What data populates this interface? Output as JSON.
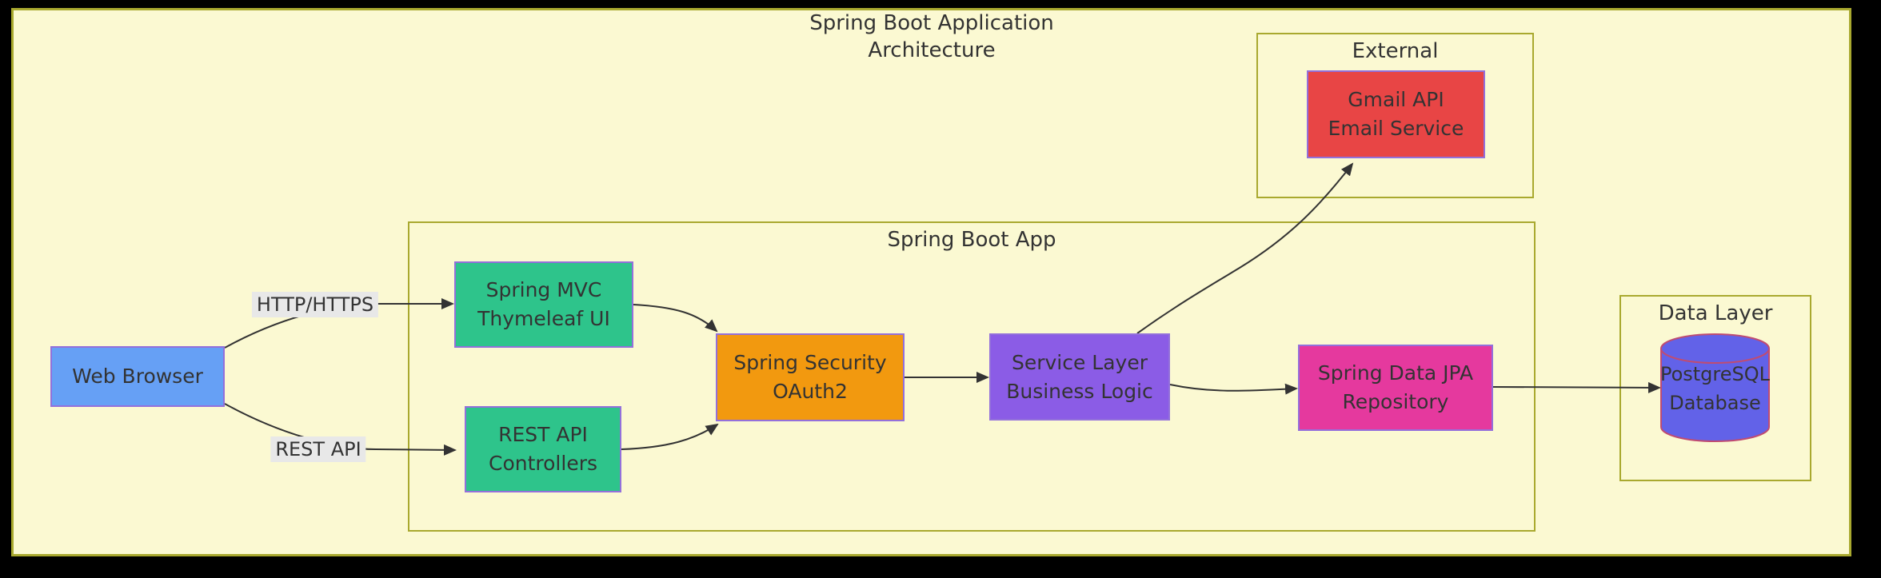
{
  "title_lines": [
    "Spring Boot Application",
    "Architecture"
  ],
  "subgraphs": {
    "spring_boot_app": "Spring Boot App",
    "external": "External",
    "data_layer": "Data Layer"
  },
  "nodes": {
    "web_browser": {
      "lines": [
        "Web Browser"
      ]
    },
    "spring_mvc": {
      "lines": [
        "Spring MVC",
        "Thymeleaf UI"
      ]
    },
    "rest_api": {
      "lines": [
        "REST API",
        "Controllers"
      ]
    },
    "security": {
      "lines": [
        "Spring Security",
        "OAuth2"
      ]
    },
    "service": {
      "lines": [
        "Service Layer",
        "Business Logic"
      ]
    },
    "jpa": {
      "lines": [
        "Spring Data JPA",
        "Repository"
      ]
    },
    "gmail": {
      "lines": [
        "Gmail API",
        "Email Service"
      ]
    },
    "postgres": {
      "lines": [
        "PostgreSQL",
        "Database"
      ]
    }
  },
  "edges": [
    {
      "from": "web_browser",
      "to": "spring_mvc",
      "label": "HTTP/HTTPS"
    },
    {
      "from": "web_browser",
      "to": "rest_api",
      "label": "REST API"
    },
    {
      "from": "spring_mvc",
      "to": "security",
      "label": ""
    },
    {
      "from": "rest_api",
      "to": "security",
      "label": ""
    },
    {
      "from": "security",
      "to": "service",
      "label": ""
    },
    {
      "from": "service",
      "to": "gmail",
      "label": ""
    },
    {
      "from": "service",
      "to": "jpa",
      "label": ""
    },
    {
      "from": "jpa",
      "to": "postgres",
      "label": ""
    }
  ],
  "colors": {
    "frame": "#000000",
    "canvas_background": "#fbf9d2",
    "canvas_border": "#a9a92f",
    "subgraph_border": "#a9a92f",
    "node_border": "#9370db",
    "edge_line": "#333333",
    "edge_label_background": "#e8e8e8",
    "text": "#333333",
    "web_browser_fill": "#66a0f5",
    "green_fill": "#2ec48b",
    "orange_fill": "#f2990f",
    "purple_fill": "#8b5ce6",
    "pink_fill": "#e5399e",
    "red_fill": "#e84545",
    "database_fill": "#6262e8",
    "database_stroke": "#bf4c72"
  }
}
